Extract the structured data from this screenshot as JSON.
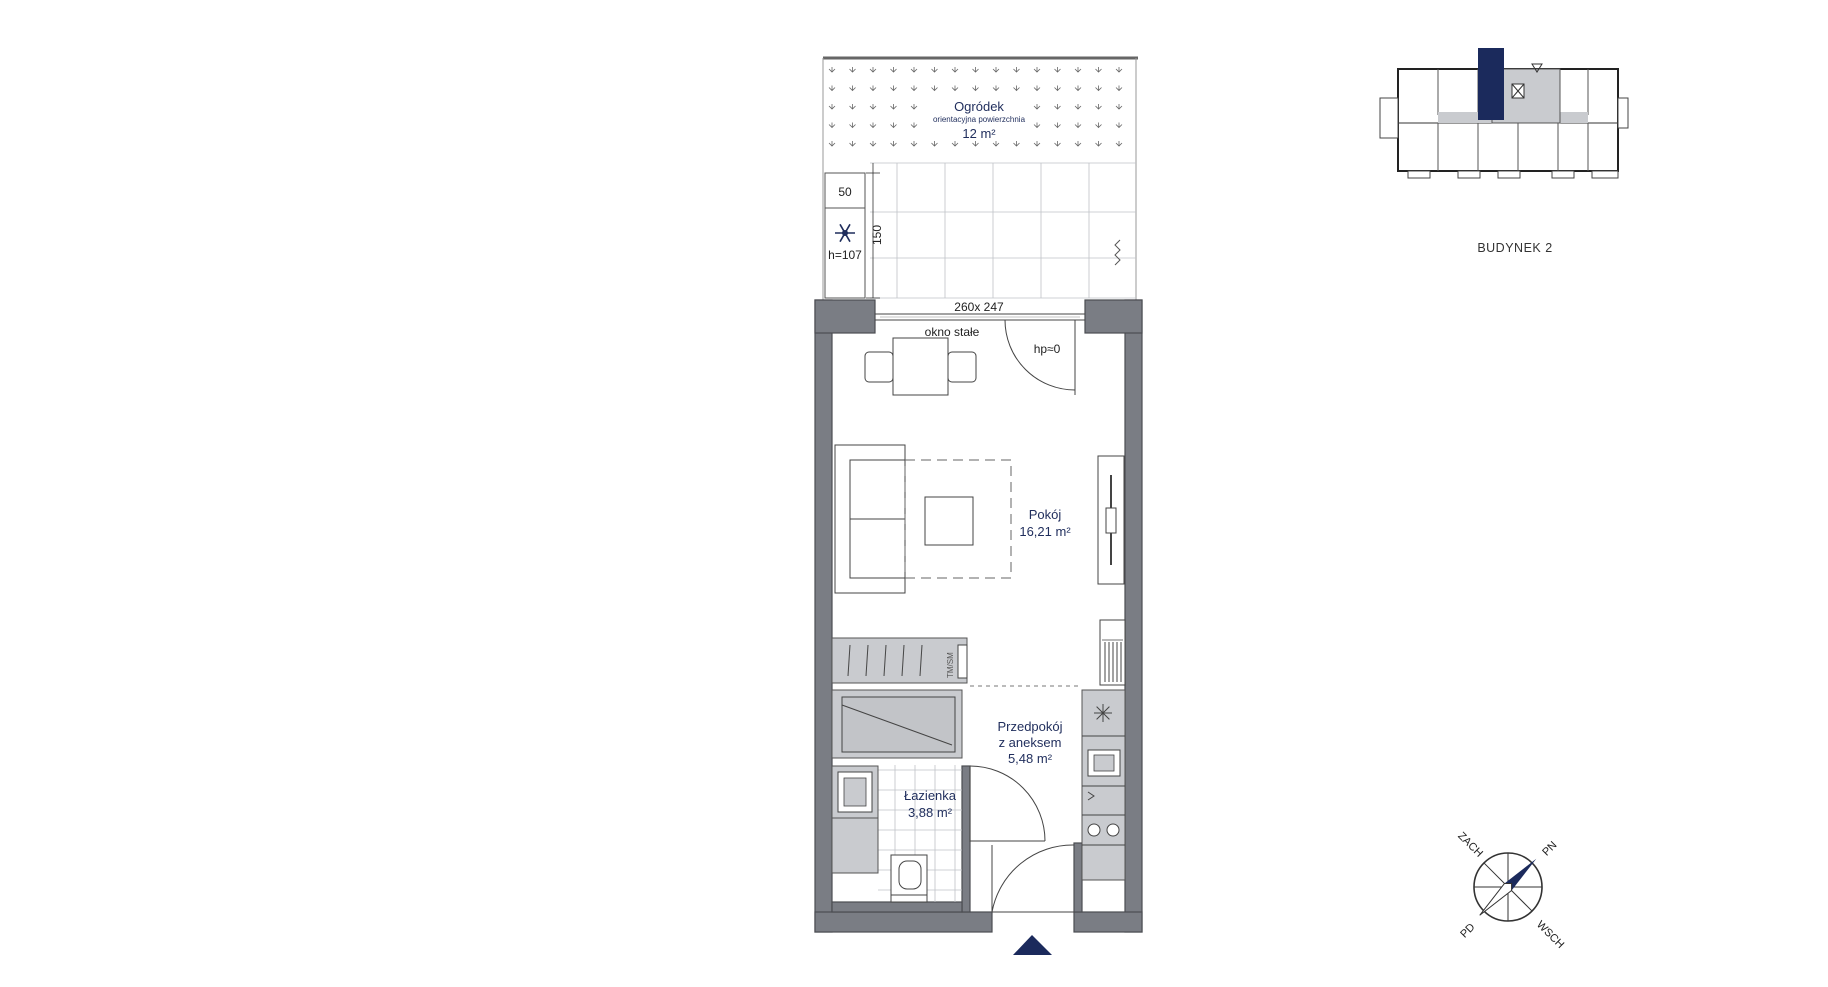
{
  "rooms": {
    "garden": {
      "name": "Ogródek",
      "note": "orientacyjna powierzchnia",
      "area": "12 m²"
    },
    "living": {
      "name": "Pokój",
      "area": "16,21 m²"
    },
    "hall": {
      "name_line1": "Przedpokój",
      "name_line2": "z aneksem",
      "area": "5,48 m²"
    },
    "bath": {
      "name": "Łazienka",
      "area": "3,88 m²"
    }
  },
  "annotations": {
    "ac_width": "50",
    "ac_depth": "150",
    "ac_height": "h=107",
    "window_size": "260x 247",
    "fixed_window": "okno stałe",
    "threshold": "hp≈0",
    "washer_label": "TM/SM"
  },
  "building": {
    "label": "BUDYNEK 2"
  },
  "compass": {
    "w": "ZACH",
    "n": "PN",
    "e": "WSCH",
    "s": "PD"
  },
  "icons": {
    "ac": "snowflake-icon",
    "entrance": "entrance-triangle-icon",
    "compass": "compass-icon"
  },
  "colors": {
    "wall": "#7a7d84",
    "accent": "#1f2d5c",
    "highlight": "#1b2a5c",
    "fixture": "#c9cbcf"
  }
}
